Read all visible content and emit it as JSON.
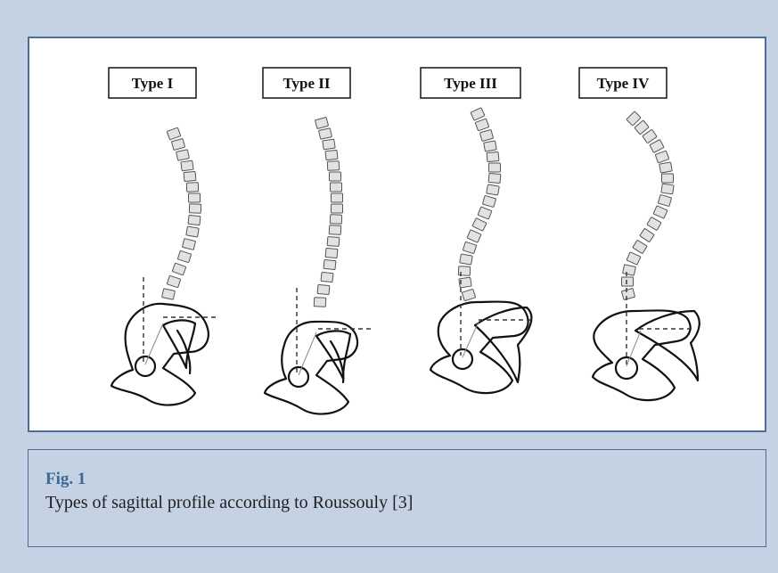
{
  "figure": {
    "panels": [
      {
        "label": "Type I"
      },
      {
        "label": "Type II"
      },
      {
        "label": "Type III"
      },
      {
        "label": "Type IV"
      }
    ]
  },
  "caption": {
    "fig_label": "Fig. 1",
    "text": "Types of sagittal profile according to Roussouly [3]"
  },
  "colors": {
    "page_bg": "#c5d2e4",
    "frame_border": "#4a6e99",
    "fig_label": "#3d6796"
  }
}
